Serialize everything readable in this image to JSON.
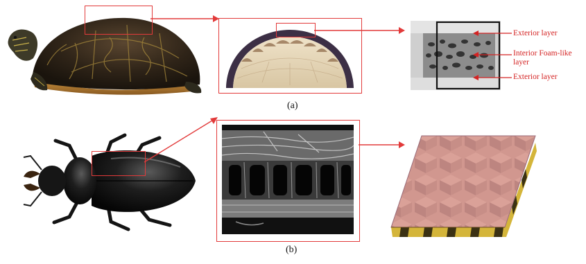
{
  "figure": {
    "panel_a": {
      "caption": "(a)",
      "annotations": {
        "exterior_top": "Exterior layer",
        "interior": "Interior Foam-like layer",
        "exterior_bottom": "Exterior layer"
      }
    },
    "panel_b": {
      "caption": "(b)"
    }
  },
  "colors": {
    "callout_red": "#e23a3a",
    "label_red": "#d42323"
  }
}
